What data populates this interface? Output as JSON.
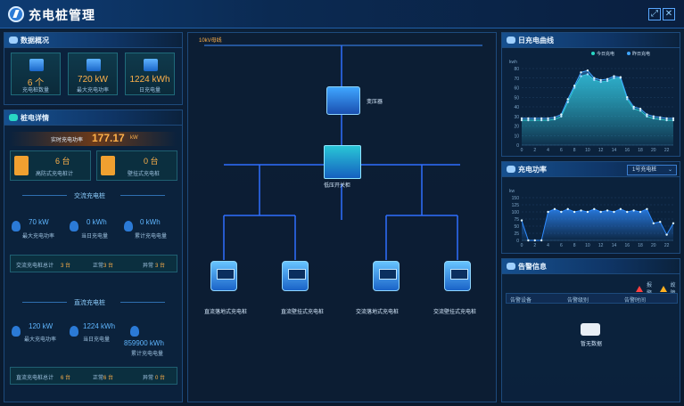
{
  "app": {
    "title": "充电桩管理",
    "maximize_glyph": "⤢",
    "close_glyph": "✕"
  },
  "overview": {
    "title": "数据概况",
    "stats": [
      {
        "value": "6 个",
        "label": "充电桩数量",
        "icon": "charger-stack-icon"
      },
      {
        "value": "720 kW",
        "label": "最大充电功率",
        "icon": "power-icon"
      },
      {
        "value": "1224 kWh",
        "label": "日充电量",
        "icon": "energy-icon"
      }
    ]
  },
  "pile_detail": {
    "title": "桩电详情",
    "realtime_label": "实时充电功率",
    "realtime_value": "177.17",
    "realtime_unit": "kW",
    "counts": [
      {
        "value": "6 台",
        "label": "高防式充电桩计"
      },
      {
        "value": "0 台",
        "label": "壁挂式充电桩"
      }
    ],
    "ac": {
      "title": "交流充电桩",
      "metrics": [
        {
          "value": "70 kW",
          "label": "最大充电功率"
        },
        {
          "value": "0 kWh",
          "label": "当日充电量"
        },
        {
          "value": "0 kWh",
          "label": "累计充电电量"
        }
      ],
      "summary": [
        {
          "label": "交流充电桩总计",
          "value": "3 台"
        },
        {
          "label": "正常",
          "value": "3 台"
        },
        {
          "label": "异常",
          "value": "3 台"
        }
      ]
    },
    "dc": {
      "title": "直流充电桩",
      "metrics": [
        {
          "value": "120 kW",
          "label": "最大充电功率"
        },
        {
          "value": "1224 kWh",
          "label": "当日充电量"
        },
        {
          "value": "859900 kWh",
          "label": "累计充电电量"
        }
      ],
      "summary": [
        {
          "label": "直流充电桩总计",
          "value": "6 台"
        },
        {
          "label": "正常",
          "value": "6 台"
        },
        {
          "label": "异常",
          "value": "0 台"
        }
      ]
    }
  },
  "diagram": {
    "bus_label": "10kV母线",
    "transformer": "变压器",
    "switch": "低压开关柜",
    "chargers": [
      "直流落地式充电桩",
      "直流壁挂式充电桩",
      "交流落地式充电桩",
      "交流壁挂式充电桩"
    ]
  },
  "daily_chart": {
    "title": "日充电曲线",
    "chart_data": {
      "type": "area",
      "x": [
        0,
        1,
        2,
        3,
        4,
        5,
        6,
        7,
        8,
        9,
        10,
        11,
        12,
        13,
        14,
        15,
        16,
        17,
        18,
        19,
        20,
        21,
        22,
        23
      ],
      "xticks": [
        0,
        2,
        4,
        6,
        8,
        10,
        12,
        14,
        16,
        18,
        20,
        22
      ],
      "ylabel": "kwh",
      "ylim": [
        0,
        80
      ],
      "yticks": [
        0,
        10,
        20,
        30,
        40,
        50,
        60,
        70,
        80
      ],
      "series": [
        {
          "name": "今日充电",
          "values": [
            26,
            26,
            26,
            26,
            26,
            27,
            30,
            45,
            60,
            72,
            74,
            68,
            66,
            67,
            70,
            70,
            48,
            38,
            36,
            30,
            28,
            27,
            26,
            26
          ]
        },
        {
          "name": "昨日充电",
          "values": [
            28,
            28,
            28,
            28,
            28,
            29,
            32,
            48,
            62,
            76,
            78,
            70,
            68,
            69,
            72,
            71,
            50,
            40,
            38,
            32,
            30,
            29,
            28,
            28
          ]
        }
      ],
      "colors": [
        "#29d7c4",
        "#3fa5ff"
      ]
    }
  },
  "power_chart": {
    "title": "充电功率",
    "selector": "1号充电桩",
    "chart_data": {
      "type": "area",
      "x": [
        0,
        1,
        2,
        3,
        4,
        5,
        6,
        7,
        8,
        9,
        10,
        11,
        12,
        13,
        14,
        15,
        16,
        17,
        18,
        19,
        20,
        21,
        22,
        23
      ],
      "xticks": [
        0,
        2,
        4,
        6,
        8,
        10,
        12,
        14,
        16,
        18,
        20,
        22
      ],
      "ylabel": "kw",
      "ylim": [
        0,
        150
      ],
      "yticks": [
        0,
        25,
        50,
        75,
        100,
        125,
        150
      ],
      "series": [
        {
          "name": "功率",
          "values": [
            70,
            0,
            0,
            0,
            100,
            110,
            100,
            110,
            100,
            105,
            100,
            110,
            100,
            105,
            100,
            110,
            100,
            105,
            100,
            110,
            60,
            65,
            20,
            60
          ]
        }
      ],
      "colors": [
        "#2e8bff"
      ]
    }
  },
  "alarm": {
    "title": "告警信息",
    "legend": [
      {
        "label": "报警",
        "color": "#ff4040"
      },
      {
        "label": "故障",
        "color": "#ffb020"
      }
    ],
    "columns": [
      "告警设备",
      "告警级别",
      "告警时间"
    ],
    "empty_text": "暂无数据"
  }
}
